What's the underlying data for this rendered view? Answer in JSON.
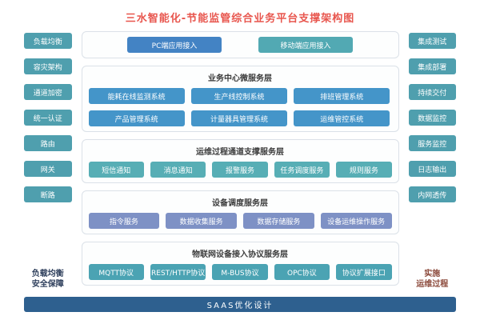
{
  "title": "三水智能化-节能监管综合业务平台支撑架构图",
  "access": {
    "pc": "PC端应用接入",
    "mobile": "移动端应用接入"
  },
  "left_sidebar": {
    "items": [
      "负载均衡",
      "容灾架构",
      "通道加密",
      "统一认证",
      "路由",
      "网关",
      "断路"
    ],
    "footer_line1": "负载均衡",
    "footer_line2": "安全保障"
  },
  "right_sidebar": {
    "items": [
      "集成测试",
      "集成部署",
      "持续交付",
      "数据监控",
      "服务监控",
      "日志输出",
      "内网透传"
    ],
    "footer_line1": "实施",
    "footer_line2": "运维过程"
  },
  "layers": [
    {
      "title": "业务中心微服务层",
      "items": [
        "能耗在线监测系统",
        "生产线控制系统",
        "排班管理系统",
        "产品管理系统",
        "计量器具管理系统",
        "运维管控系统"
      ]
    },
    {
      "title": "运维过程通道支撑服务层",
      "items": [
        "短信通知",
        "消息通知",
        "报警服务",
        "任务调度服务",
        "规则服务"
      ]
    },
    {
      "title": "设备调度服务层",
      "items": [
        "指令服务",
        "数据收集服务",
        "数据存储服务",
        "设备运维操作服务"
      ]
    },
    {
      "title": "物联网设备接入协议服务层",
      "items": [
        "MQTT协议",
        "REST/HTTP协议",
        "M-BUS协议",
        "OPC协议",
        "协议扩展接口"
      ]
    }
  ],
  "bottom_bar": "SAAS优化设计",
  "colors": {
    "title_text": "#e8564e",
    "sidebar_button": "#4f9fae",
    "access_pc_button": "#4383c4",
    "access_mobile_button": "#52a9b3",
    "layer1_button": "#4495c9",
    "layer2_button": "#57aeb5",
    "layer3_button": "#7e91c5",
    "layer4_button": "#4ba3b3",
    "bottom_bar": "#2e608f",
    "left_footer_text": "#2e3f5c",
    "right_footer_text": "#8c4a3c"
  }
}
